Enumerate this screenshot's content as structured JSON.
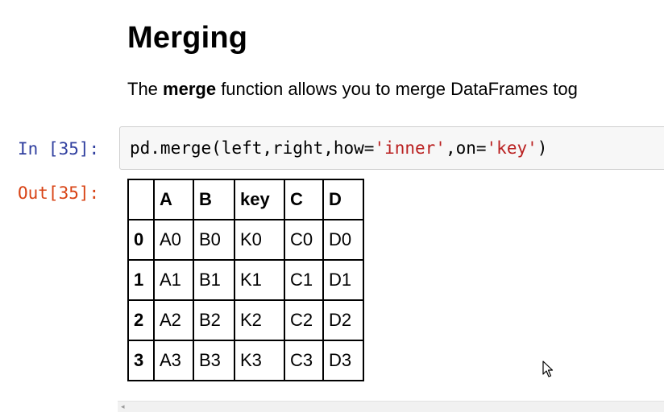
{
  "markdown": {
    "heading": "Merging",
    "para_prefix": "The ",
    "para_bold": "merge",
    "para_suffix": " function allows you to merge DataFrames tog"
  },
  "cell": {
    "in_prompt": "In [35]:",
    "out_prompt": "Out[35]:",
    "code": {
      "part1": "pd.merge(left,right,how=",
      "str1": "'inner'",
      "part2": ",on=",
      "str2": "'key'",
      "part3": ")"
    }
  },
  "table": {
    "corner": "",
    "columns": [
      "A",
      "B",
      "key",
      "C",
      "D"
    ],
    "rows": [
      {
        "index": "0",
        "cells": [
          "A0",
          "B0",
          "K0",
          "C0",
          "D0"
        ]
      },
      {
        "index": "1",
        "cells": [
          "A1",
          "B1",
          "K1",
          "C1",
          "D1"
        ]
      },
      {
        "index": "2",
        "cells": [
          "A2",
          "B2",
          "K2",
          "C2",
          "D2"
        ]
      },
      {
        "index": "3",
        "cells": [
          "A3",
          "B3",
          "K3",
          "C3",
          "D3"
        ]
      }
    ]
  },
  "scrollbar": {
    "left_arrow": "◂"
  },
  "icons": {
    "cursor": "mouse-pointer-icon"
  }
}
